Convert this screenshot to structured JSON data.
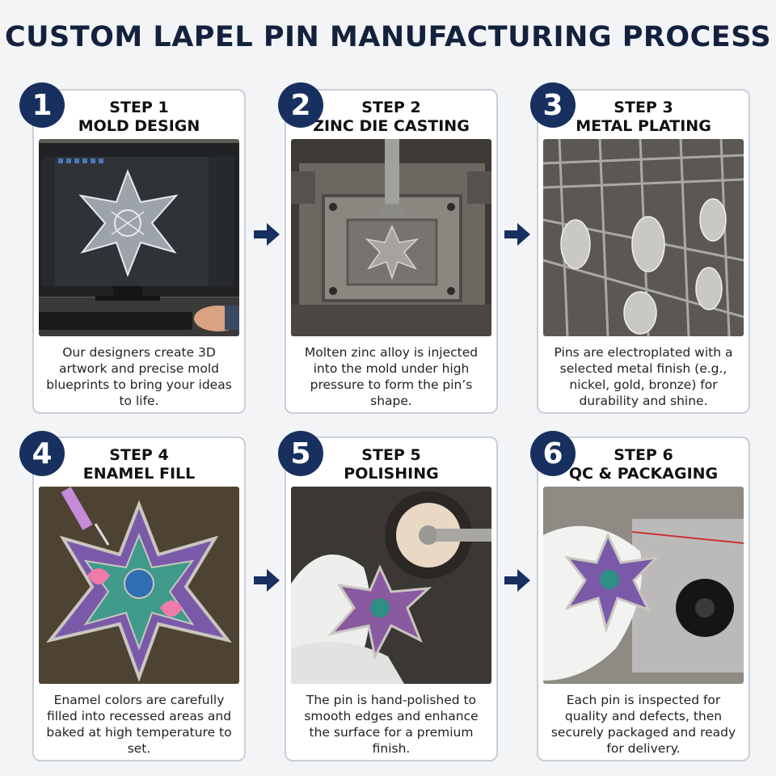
{
  "title": "CUSTOM LAPEL PIN MANUFACTURING PROCESS",
  "steps": [
    {
      "number": "1",
      "step": "STEP 1",
      "name": "MOLD DESIGN",
      "image": "designer-monitor-artwork",
      "description": "Our designers create 3D artwork and precise mold blueprints to bring your ideas to life."
    },
    {
      "number": "2",
      "step": "STEP 2",
      "name": "ZINC DIE CASTING",
      "image": "die-casting-mold",
      "description": "Molten zinc alloy is injected into the mold under high pressure to form the pin’s shape."
    },
    {
      "number": "3",
      "step": "STEP 3",
      "name": "METAL PLATING",
      "image": "plating-rack",
      "description": "Pins are electroplated with a selected metal finish (e.g., nickel, gold, bronze) for durability and shine."
    },
    {
      "number": "4",
      "step": "STEP 4",
      "name": "ENAMEL FILL",
      "image": "enamel-syringe",
      "description": "Enamel colors are carefully filled into recessed areas and baked at high temperature to set."
    },
    {
      "number": "5",
      "step": "STEP 5",
      "name": "POLISHING",
      "image": "polishing-wheel",
      "description": "The pin is hand-polished to smooth edges and enhance the surface for a premium finish."
    },
    {
      "number": "6",
      "step": "STEP 6",
      "name": "QC & PACKAGING",
      "image": "gloved-hand-bag",
      "description": "Each pin is inspected for quality and defects, then securely packaged and ready for delivery."
    }
  ],
  "colors": {
    "badge": "#18305f",
    "arrow": "#18305f",
    "title": "#14213d",
    "card_border": "#c9ced6"
  },
  "icons": {
    "arrow": "arrow-right-icon"
  }
}
